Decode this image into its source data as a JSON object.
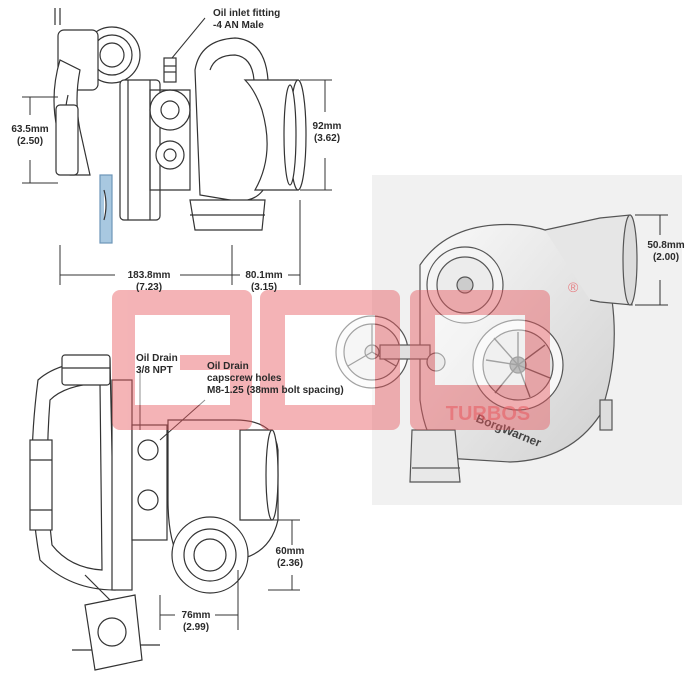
{
  "top_view": {
    "oil_inlet": {
      "line1": "Oil inlet fitting",
      "line2": "-4 AN Male"
    },
    "dim_height": {
      "mm": "63.5mm",
      "in": "(2.50)"
    },
    "dim_outlet": {
      "mm": "92mm",
      "in": "(3.62)"
    },
    "dim_length": {
      "mm": "183.8mm",
      "in": "(7.23)"
    },
    "dim_offset": {
      "mm": "80.1mm",
      "in": "(3.15)"
    }
  },
  "front_view": {
    "dim_inlet": {
      "mm": "50.8mm",
      "in": "(2.00)"
    },
    "housing_text": "BorgWarner",
    "housing_code": "R"
  },
  "side_view": {
    "oil_drain": {
      "line1": "Oil Drain",
      "line2": "3/8 NPT"
    },
    "drain_holes": {
      "line1": "Oil Drain",
      "line2": "capscrew holes",
      "line3": "M8-1.25 (38mm bolt spacing)"
    },
    "dim_flange": {
      "mm": "60mm",
      "in": "(2.36)"
    },
    "dim_spacing": {
      "mm": "76mm",
      "in": "(2.99)"
    }
  },
  "watermark": {
    "logo": "GDP",
    "sub": "TURBOS",
    "mark": "®",
    "color": "#e8585e"
  }
}
